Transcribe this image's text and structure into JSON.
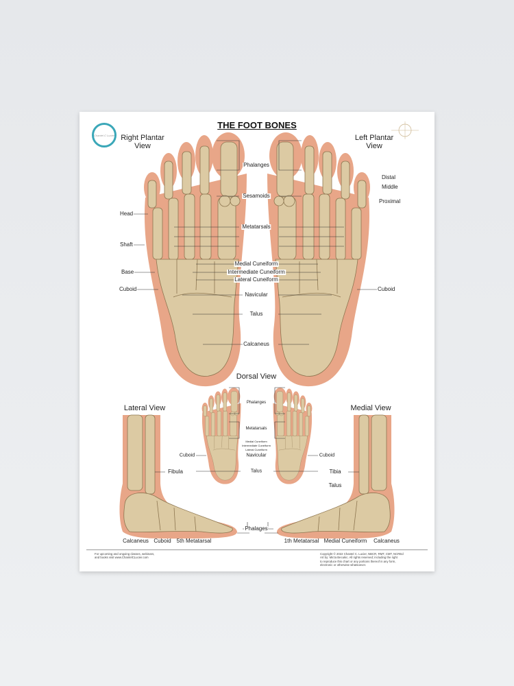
{
  "title": "THE FOOT BONES",
  "logo_text": "Chantel C Lucier",
  "views": {
    "right_plantar": [
      "Right Plantar",
      "View"
    ],
    "left_plantar": [
      "Left Plantar",
      "View"
    ],
    "dorsal": "Dorsal View",
    "lateral": "Lateral View",
    "medial": "Medial View"
  },
  "plantar_center": [
    "Phalanges",
    "Sesamoids",
    "Metatarsals",
    "Medial Cuneiform",
    "Intermediate Cuneiform",
    "Lateral Cuneiform",
    "Navicular",
    "Talus",
    "Calcaneus"
  ],
  "plantar_left": [
    "Head",
    "Shaft",
    "Base",
    "Cuboid"
  ],
  "plantar_right": [
    "Distal",
    "Middle",
    "Proximal",
    "Cuboid"
  ],
  "dorsal_center": [
    "Phalanges",
    "Metatarsals",
    "Medial Cuneiform",
    "Intermediate Cuneiform",
    "Lateral Cuneiform",
    "Navicular",
    "Talus"
  ],
  "dorsal_sides": [
    "Cuboid",
    "Cuboid"
  ],
  "lateral": [
    "Fibula",
    "Calcaneus",
    "Cuboid",
    "5th Metatarsal"
  ],
  "phalanges_bottom": "Phalages",
  "medial": [
    "Tibia",
    "Talus",
    "1th Metatarsal",
    "Medial Cuneiform",
    "Calcaneus"
  ],
  "footer": {
    "left": [
      "For upcoming and ongoing classes, webinars,",
      "and books visit www.ChantelCLucier.com"
    ],
    "right": [
      "Copyright © 2022 Chantel C. Lucier, NBCR, RMT, CMT, NCREd",
      "Art by: Mirza Becukic.  All rights reserved; including the right",
      "to reproduce this chart or any portions thereof in any form,",
      "electronic or otherwise whatsoever."
    ]
  },
  "colors": {
    "skin": "#e8a688",
    "bone": "#dccaa3",
    "logo": "#3aa7b8"
  }
}
